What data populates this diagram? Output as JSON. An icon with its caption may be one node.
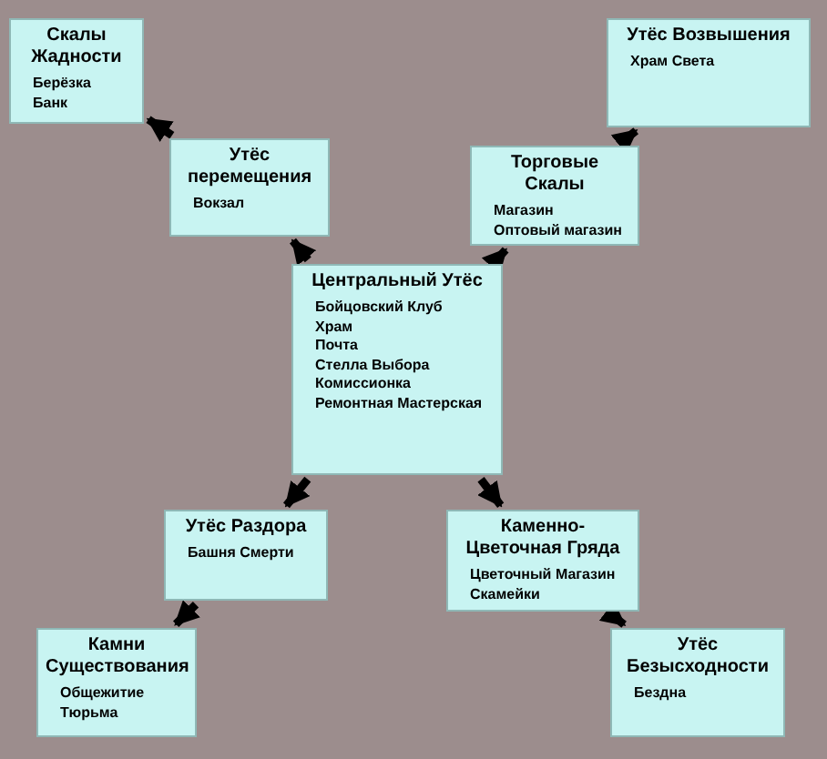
{
  "diagram": {
    "nodes": [
      {
        "text": [
          "Скалы Жадности",
          "Берёзка",
          "Банк"
        ]
      },
      {
        "text": [
          "Утёс перемещения",
          "Вокзал"
        ]
      },
      {
        "text": [
          "Центральный Утёс",
          "Бойцовский Клуб",
          "Храм",
          "Почта",
          "Стелла Выбора",
          "Комиссионка",
          "Ремонтная Мастерская"
        ]
      },
      {
        "text": [
          "Торговые Скалы",
          "Магазин",
          "Оптовый магазин"
        ]
      },
      {
        "text": [
          "Утёс Возвышения",
          "Храм Света"
        ]
      },
      {
        "text": [
          "Утёс Раздора",
          "Башня Смерти"
        ]
      },
      {
        "text": [
          "Каменно-Цветочная Гряда",
          "Цветочный Магазин",
          "Скамейки"
        ]
      },
      {
        "text": [
          "Камни Существования",
          "Общежитие",
          "Тюрьма"
        ]
      },
      {
        "text": [
          "Утёс Безысходности",
          "Бездна"
        ]
      }
    ],
    "edges": [
      {
        "from": 2,
        "to": 1,
        "arrow": "to"
      },
      {
        "from": 1,
        "to": 0,
        "arrow": "to"
      },
      {
        "from": 2,
        "to": 3,
        "arrow": "to"
      },
      {
        "from": 3,
        "to": 4,
        "arrow": "to"
      },
      {
        "from": 2,
        "to": 5,
        "arrow": "to"
      },
      {
        "from": 5,
        "to": 7,
        "arrow": "to"
      },
      {
        "from": 2,
        "to": 6,
        "arrow": "to"
      },
      {
        "from": 6,
        "to": 8,
        "arrow": "to"
      }
    ]
  }
}
